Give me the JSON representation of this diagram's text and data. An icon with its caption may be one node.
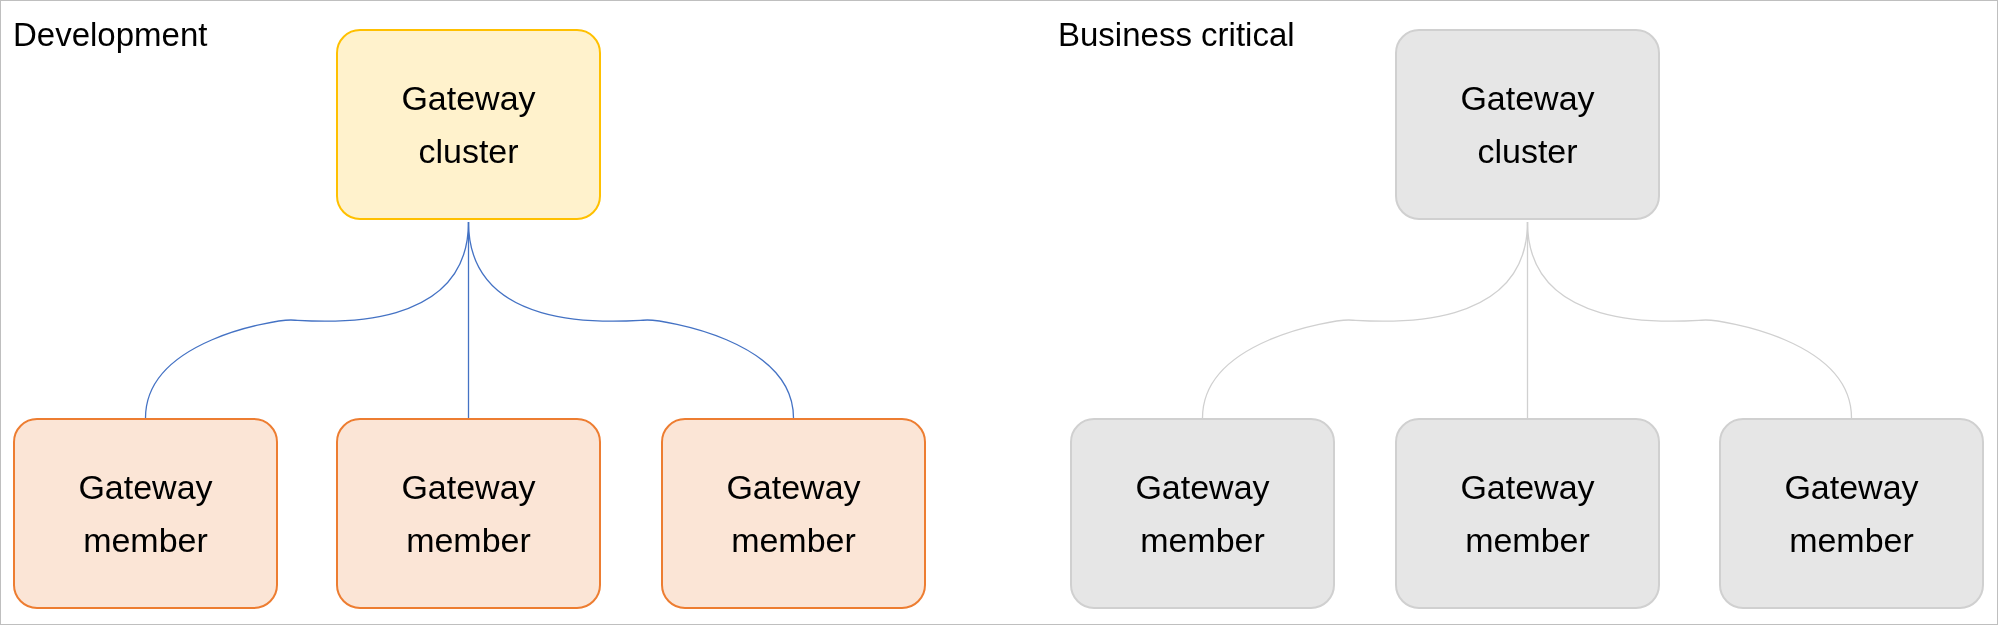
{
  "diagram": {
    "nodes": [
      {
        "text": [
          "Gateway cluster"
        ]
      },
      {
        "text": [
          "Gateway member"
        ]
      },
      {
        "text": [
          "Gateway member"
        ]
      },
      {
        "text": [
          "Gateway member"
        ]
      },
      {
        "text": [
          "Gateway cluster"
        ]
      },
      {
        "text": [
          "Gateway member"
        ]
      },
      {
        "text": [
          "Gateway member"
        ]
      },
      {
        "text": [
          "Gateway member"
        ]
      }
    ],
    "edges": [
      {
        "from": 0,
        "to": 1,
        "arrow": "none",
        "color": "#4472c4"
      },
      {
        "from": 0,
        "to": 2,
        "arrow": "none",
        "color": "#4472c4"
      },
      {
        "from": 0,
        "to": 3,
        "arrow": "none",
        "color": "#4472c4"
      },
      {
        "from": 4,
        "to": 5,
        "arrow": "none",
        "color": "#d0d0d0"
      },
      {
        "from": 4,
        "to": 6,
        "arrow": "none",
        "color": "#d0d0d0"
      },
      {
        "from": 4,
        "to": 7,
        "arrow": "none",
        "color": "#d0d0d0"
      }
    ],
    "labels": [
      "Development",
      "Business critical"
    ]
  }
}
